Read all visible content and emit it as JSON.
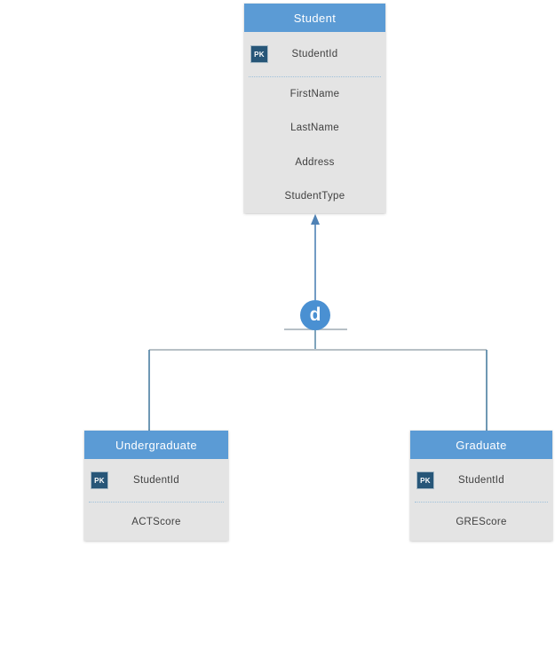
{
  "entities": {
    "student": {
      "title": "Student",
      "pk_badge": "PK",
      "pk_field": "StudentId",
      "fields": [
        "FirstName",
        "LastName",
        "Address",
        "StudentType"
      ]
    },
    "undergraduate": {
      "title": "Undergraduate",
      "pk_badge": "PK",
      "pk_field": "StudentId",
      "fields": [
        "ACTScore"
      ]
    },
    "graduate": {
      "title": "Graduate",
      "pk_badge": "PK",
      "pk_field": "StudentId",
      "fields": [
        "GREScore"
      ]
    }
  },
  "specialization": {
    "symbol": "d"
  },
  "colors": {
    "header_blue": "#5b9bd5",
    "body_gray": "#e4e4e4",
    "pk_navy": "#275678",
    "circle_blue": "#4a90d2",
    "arrow_blue": "#4f82b5",
    "connector_gray": "#b7c0c6",
    "connector_slate": "#5f8dab",
    "text_dark": "#3f3f3f"
  }
}
